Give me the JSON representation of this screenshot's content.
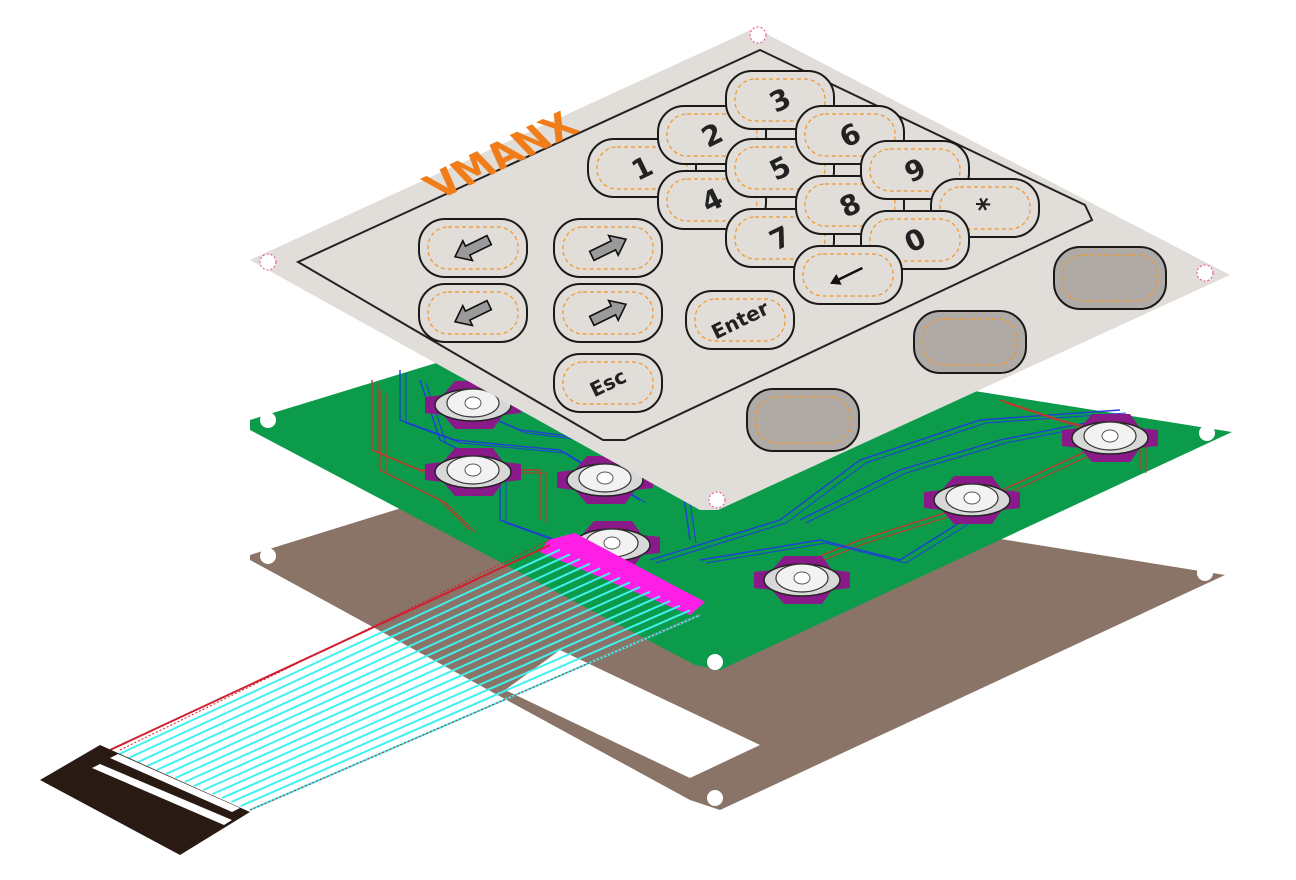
{
  "brand": {
    "text": "VMANX",
    "color": "#f07c1a"
  },
  "colors": {
    "overlay": "#e1ddd9",
    "overlay_border": "#222222",
    "key_dash": "#f0962a",
    "pcb": "#0c9b4a",
    "trace_red": "#c0392b",
    "trace_blue": "#1f3fd6",
    "dome_pad": "#8a1a8a",
    "tail_magenta": "#ff1ee6",
    "tail_cyan": "#3ff2ee",
    "adhesive": "#8a7468",
    "connector": "#2a1a14"
  },
  "keys": [
    {
      "label": "1",
      "type": "text"
    },
    {
      "label": "2",
      "type": "text"
    },
    {
      "label": "3",
      "type": "text"
    },
    {
      "label": "4",
      "type": "text"
    },
    {
      "label": "5",
      "type": "text"
    },
    {
      "label": "6",
      "type": "text"
    },
    {
      "label": "7",
      "type": "text"
    },
    {
      "label": "8",
      "type": "text"
    },
    {
      "label": "9",
      "type": "text"
    },
    {
      "label": "*",
      "type": "text"
    },
    {
      "label": "0",
      "type": "text"
    },
    {
      "label": "Enter",
      "type": "text"
    },
    {
      "label": "Esc",
      "type": "text"
    }
  ],
  "icon_keys": [
    {
      "name": "arrow-up-left-icon"
    },
    {
      "name": "arrow-up-right-icon"
    },
    {
      "name": "arrow-down-left-icon"
    },
    {
      "name": "arrow-down-right-icon"
    },
    {
      "name": "backspace-arrow-icon"
    }
  ],
  "blank_keys": 3
}
